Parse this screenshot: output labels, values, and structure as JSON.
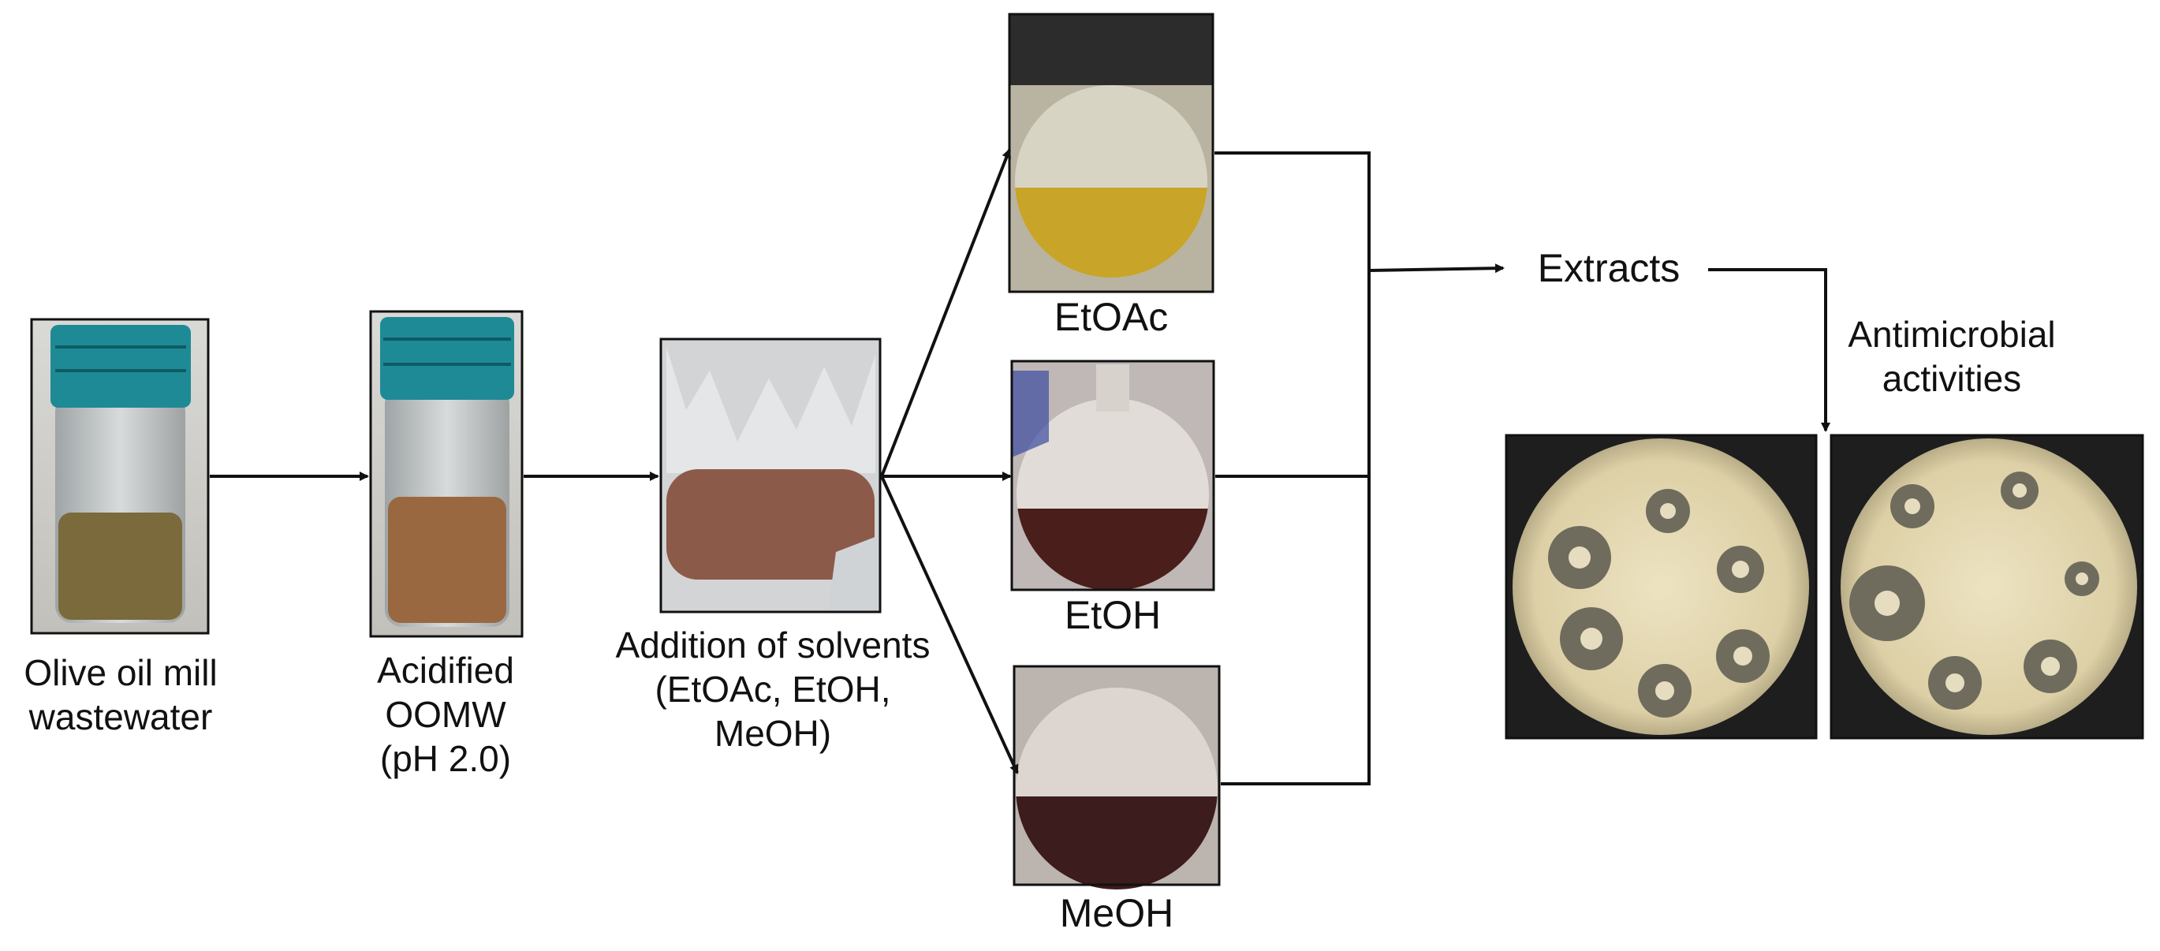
{
  "steps": {
    "oomw": {
      "line1": "Olive oil mill",
      "line2": "wastewater"
    },
    "acidified": {
      "line1": "Acidified",
      "line2": "OOMW",
      "line3": "(pH 2.0)"
    },
    "solvents": {
      "line1": "Addition of solvents",
      "line2": "(EtOAc, EtOH,",
      "line3": "MeOH)"
    }
  },
  "extracts_by_solvent": [
    {
      "label": "EtOAc"
    },
    {
      "label": "EtOH"
    },
    {
      "label": "MeOH"
    }
  ],
  "extracts_label": "Extracts",
  "antimicrobial": {
    "line1": "Antimicrobial",
    "line2": "activities"
  },
  "colors": {
    "cap": "#1e8a96",
    "oomw_liquid": "#7a6a3c",
    "acidified_liquid": "#9a6840",
    "mixture_liquid": "#8c5a48",
    "etoac_liquid": "#c8a428",
    "etoh_liquid": "#4a1e1a",
    "meoh_liquid": "#3c1c1c",
    "agar": "#e8dcb4"
  }
}
